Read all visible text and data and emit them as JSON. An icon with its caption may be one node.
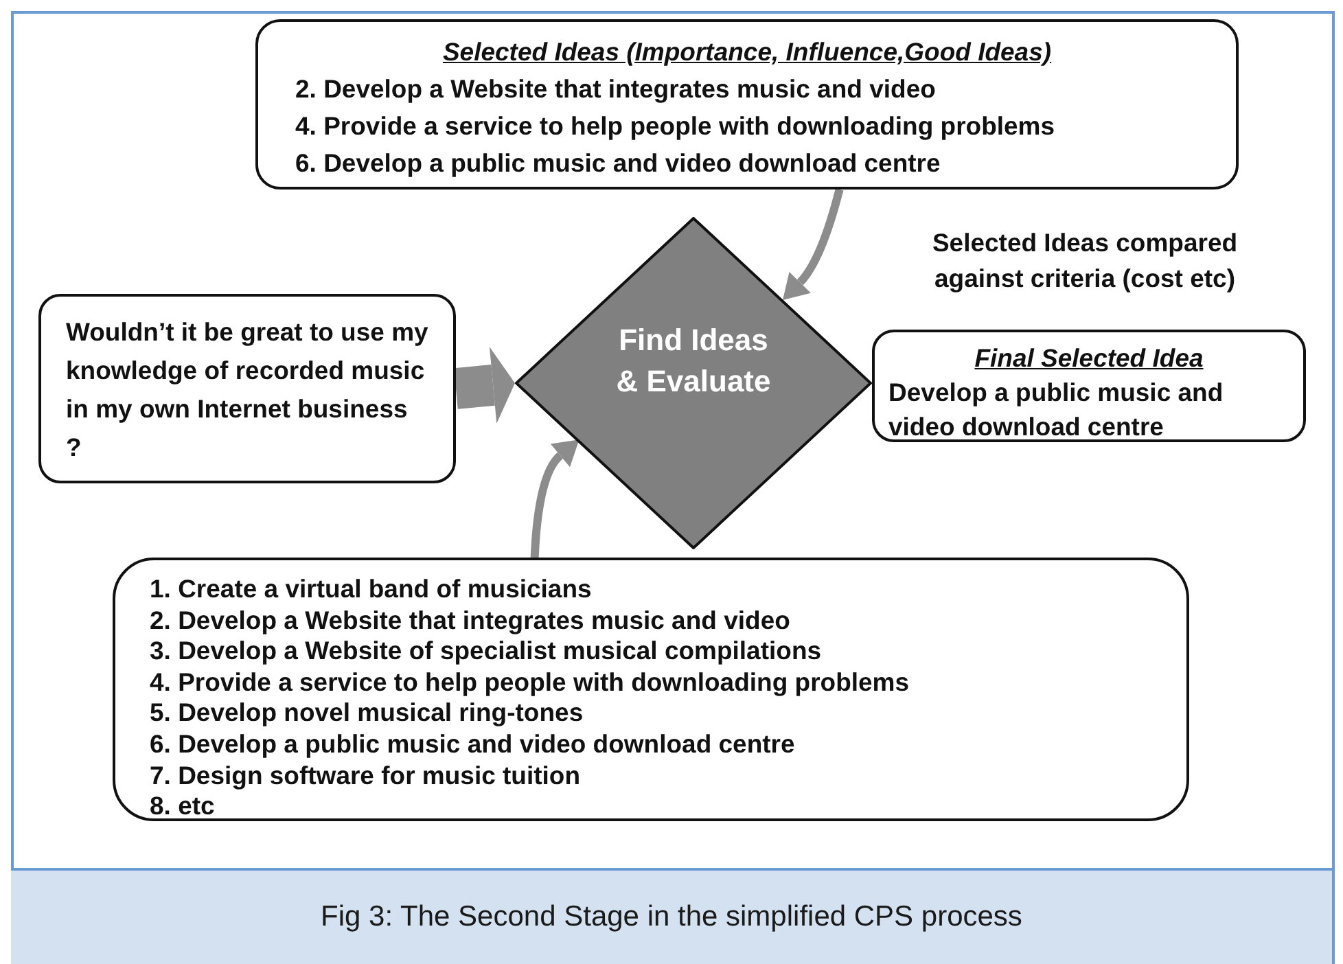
{
  "diagram": {
    "caption": "Fig 3: The Second Stage in the simplified CPS process",
    "nodes": [
      {
        "text": [
          "Selected Ideas (Importance, Influence,Good Ideas)",
          "2. Develop a Website that integrates music and video",
          "4. Provide a service to help people with downloading problems",
          "6. Develop a public music and video download centre"
        ]
      },
      {
        "text": [
          "Wouldn’t it be great to use my knowledge of recorded music in my own Internet business ?"
        ]
      },
      {
        "text": [
          "Find Ideas & Evaluate"
        ]
      },
      {
        "text": [
          "Final Selected Idea",
          "Develop a public music and video download centre"
        ]
      },
      {
        "text": [
          "1. Create a virtual band of musicians",
          "2. Develop a Website that integrates music and video",
          "3. Develop a Website of specialist musical compilations",
          "4. Provide a service to help people with downloading problems",
          "5. Develop novel musical ring-tones",
          "6. Develop a public music and video download centre",
          "7. Design software for music tuition",
          "8. etc"
        ]
      }
    ],
    "edges": [
      {
        "from": 0,
        "to": 2,
        "arrow": "to"
      },
      {
        "from": 1,
        "to": 2,
        "arrow": "to",
        "style": "thick"
      },
      {
        "from": 4,
        "to": 2,
        "arrow": "to"
      }
    ],
    "labels": [
      "Selected Ideas compared against criteria (cost etc)"
    ]
  }
}
